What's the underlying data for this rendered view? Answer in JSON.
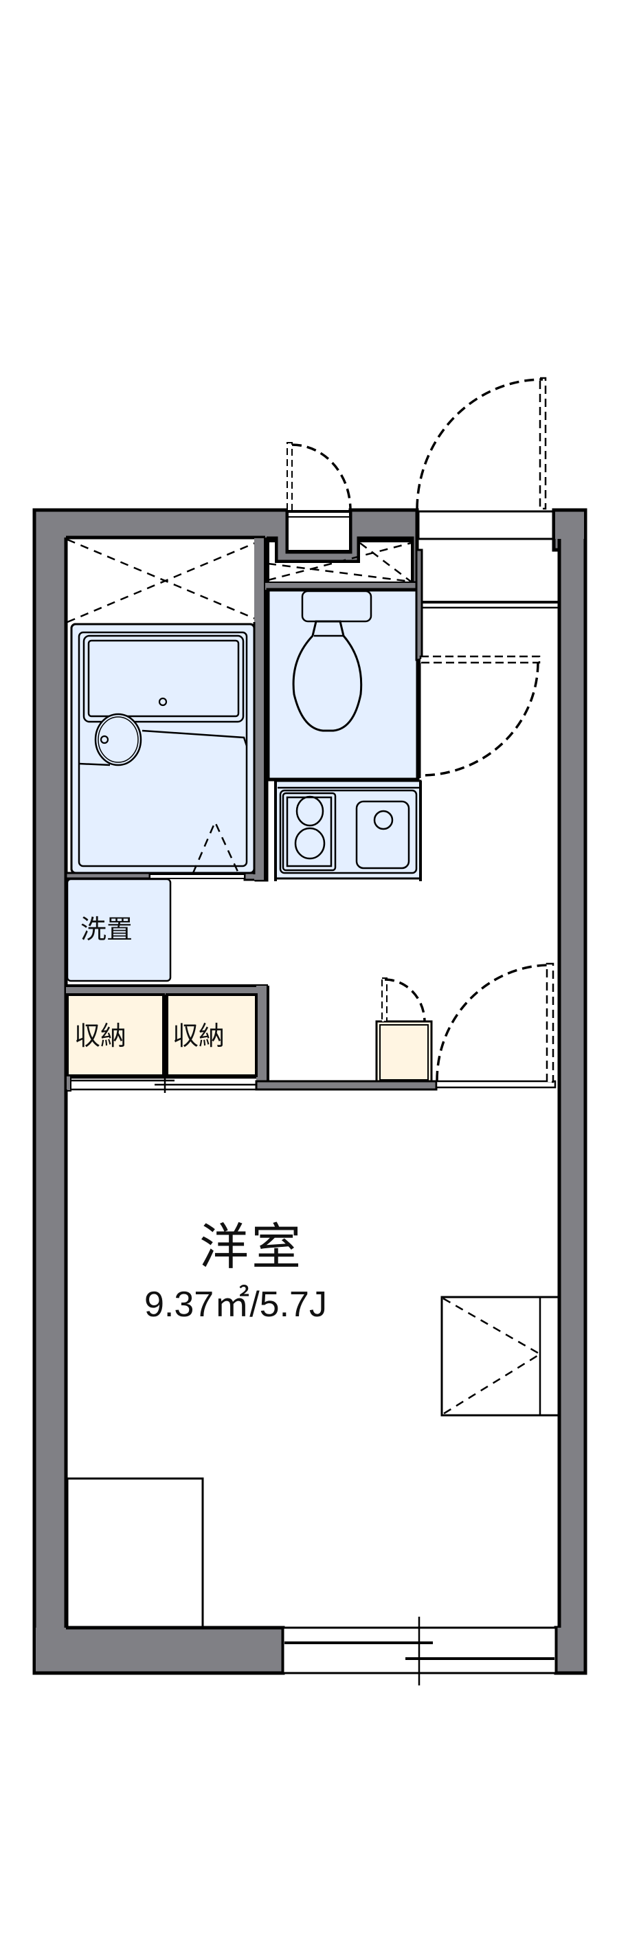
{
  "floorplan": {
    "rooms": [
      {
        "id": "western-room",
        "name": "洋室",
        "area": "9.37㎡/5.7J"
      },
      {
        "id": "washer-space",
        "name": "洗置"
      },
      {
        "id": "storage-1",
        "name": "収納"
      },
      {
        "id": "storage-2",
        "name": "収納"
      }
    ],
    "unlabeled_features": [
      "unit-bath",
      "toilet",
      "kitchen-2-burner-stove",
      "kitchen-sink",
      "shoe-cabinet",
      "entrance-door",
      "meter-box-door",
      "air-conditioner",
      "desk",
      "balcony-sliding-window",
      "overhead-storage",
      "closet-sliding-doors"
    ]
  },
  "colors": {
    "wall": "#808085",
    "wet_area": "#e4efff",
    "storage": "#fff5e2",
    "line": "#000000",
    "background": "#ffffff"
  }
}
